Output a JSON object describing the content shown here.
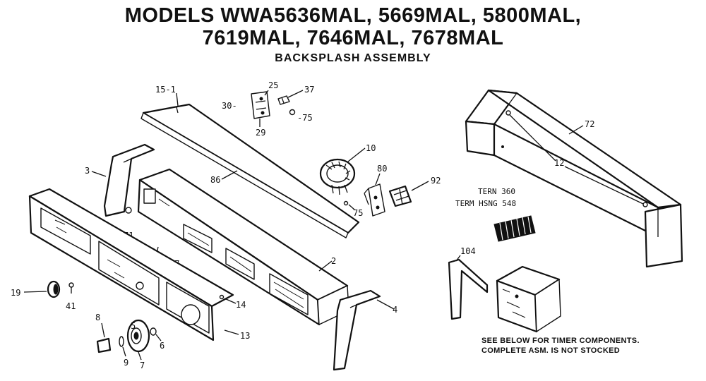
{
  "title": {
    "line1": "MODELS WWA5636MAL, 5669MAL, 5800MAL,",
    "line2": "7619MAL, 7646MAL, 7678MAL",
    "subtitle": "BACKSPLASH ASSEMBLY"
  },
  "callouts": {
    "c15_1": "15-1",
    "c30": "30-",
    "c25": "25",
    "c37": "37",
    "c75a": "-75",
    "c29": "29",
    "c10": "10",
    "c80": "80",
    "c92": "92",
    "c75b": "75",
    "c86": "86",
    "c3": "3",
    "c71": "71",
    "c17": "17",
    "c2": "2",
    "c19": "19",
    "c41": "41",
    "c14": "14",
    "c13": "13",
    "c4": "4",
    "c8": "8",
    "c5": "5",
    "c6": "6",
    "c9": "9",
    "c7": "7",
    "c72": "72",
    "c12": "12",
    "c104": "104"
  },
  "labels": {
    "tern360": "TERN 360",
    "tern548": "TERM HSNG 548"
  },
  "note": {
    "line1": "SEE BELOW FOR TIMER COMPONENTS.",
    "line2": "COMPLETE ASM. IS NOT STOCKED"
  }
}
